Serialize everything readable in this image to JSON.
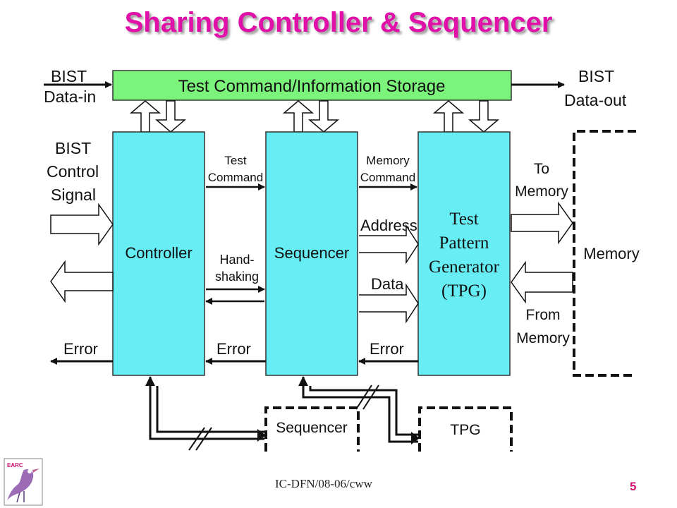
{
  "slide": {
    "title": "Sharing Controller & Sequencer",
    "footer": "IC-DFN/08-06/cww",
    "page_number": "5",
    "accent_color": "#e010a8"
  },
  "diagram": {
    "storage": "Test Command/Information Storage",
    "bist_data_in": [
      "BIST",
      "Data-in"
    ],
    "bist_data_out": [
      "BIST",
      "Data-out"
    ],
    "bist_control_signal": [
      "BIST",
      "Control",
      "Signal"
    ],
    "controller": "Controller",
    "sequencer": "Sequencer",
    "tpg": [
      "Test",
      "Pattern",
      "Generator",
      "(TPG)"
    ],
    "memory": "Memory",
    "test_command": [
      "Test",
      "Command"
    ],
    "memory_command": [
      "Memory",
      "Command"
    ],
    "handshaking": [
      "Hand-",
      "shaking"
    ],
    "address": "Address",
    "data": "Data",
    "error_left": "Error",
    "error_mid": "Error",
    "error_right": "Error",
    "to_memory": [
      "To",
      "Memory"
    ],
    "from_memory": [
      "From",
      "Memory"
    ],
    "ext_sequencer": "Sequencer",
    "ext_tpg": "TPG",
    "colors": {
      "block": "#66eef4",
      "storage": "#7cf47c"
    }
  },
  "logo": {
    "text": "EARC",
    "icon": "bird-logo-icon"
  }
}
